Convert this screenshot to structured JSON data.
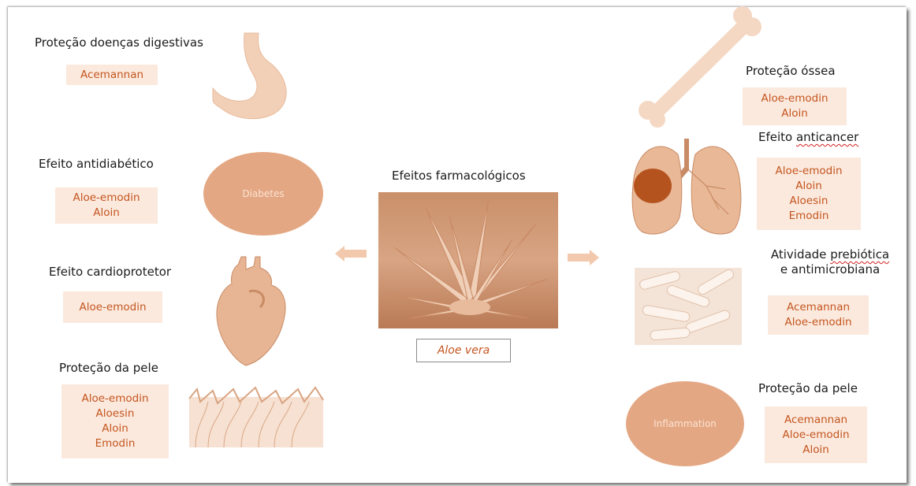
{
  "center": {
    "title": "Efeitos farmacológicos",
    "caption": "Aloe vera"
  },
  "left": [
    {
      "heading": "Proteção doenças digestivas",
      "compounds": [
        "Acemannan"
      ]
    },
    {
      "heading": "Efeito antidiabético",
      "compounds": [
        "Aloe-emodin",
        "Aloin"
      ],
      "ellipse_label": "Diabetes"
    },
    {
      "heading": "Efeito cardioprotetor",
      "compounds": [
        "Aloe-emodin"
      ]
    },
    {
      "heading": "Proteção da pele",
      "compounds": [
        "Aloe-emodin",
        "Aloesin",
        "Aloin",
        "Emodin"
      ]
    }
  ],
  "right": [
    {
      "heading": "Proteção óssea",
      "compounds": [
        "Aloe-emodin",
        "Aloin"
      ]
    },
    {
      "heading_a": "Efeito ",
      "heading_b": "anticancer",
      "compounds": [
        "Aloe-emodin",
        "Aloin",
        "Aloesin",
        "Emodin"
      ]
    },
    {
      "heading_line1_a": "Atividade ",
      "heading_line1_b": "prebiótica",
      "heading_line2": "e antimicrobiana",
      "compounds": [
        "Acemannan",
        "Aloe-emodin"
      ]
    },
    {
      "heading": "Proteção da pele",
      "compounds": [
        "Acemannan",
        "Aloe-emodin",
        "Aloin"
      ],
      "ellipse_label": "Inflammation"
    }
  ],
  "colors": {
    "accent_text": "#c4551f",
    "box_fill": "#fbe9dd",
    "illustration": "#e4a783"
  }
}
